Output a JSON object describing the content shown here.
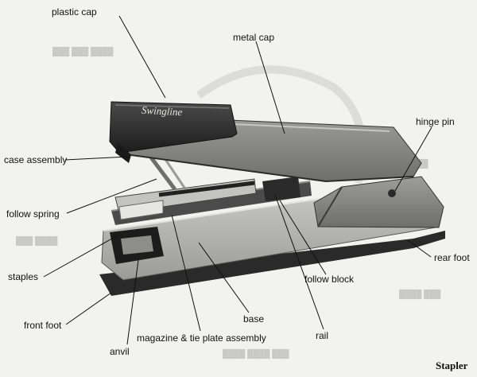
{
  "title": "Stapler",
  "brand": "Swingline",
  "labels": {
    "plastic_cap": "plastic cap",
    "metal_cap": "metal cap",
    "hinge_pin": "hinge pin",
    "case_assembly": "case assembly",
    "follow_spring": "follow spring",
    "staples": "staples",
    "follow_block": "follow block",
    "rear_foot": "rear foot",
    "front_foot": "front foot",
    "base": "base",
    "rail": "rail",
    "anvil": "anvil",
    "magazine": "magazine & tie plate assembly"
  },
  "colors": {
    "background": "#f2f2f0",
    "cap": "#2e2e2e",
    "metal": "#9a9a98",
    "base": "#b9b9b6",
    "dark": "#1a1a1a"
  }
}
